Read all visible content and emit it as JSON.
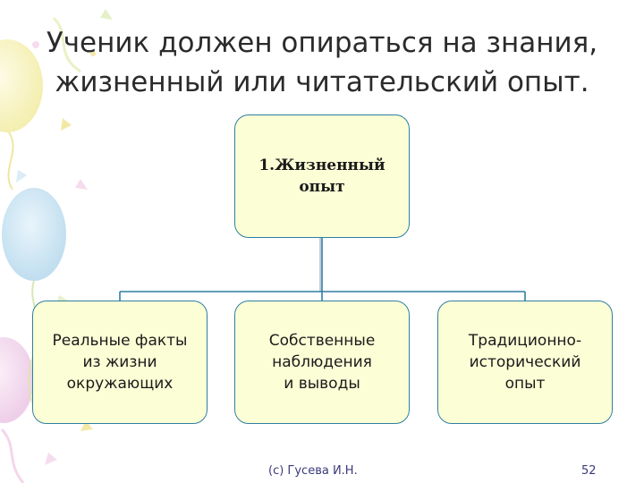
{
  "slide": {
    "title_lines": [
      "Ученик должен опираться на знания,",
      "жизненный или читательский опыт."
    ]
  },
  "diagram": {
    "root": {
      "lines": [
        "1.Жизненный",
        "опыт"
      ]
    },
    "children": [
      {
        "lines": [
          "Реальные факты",
          "из жизни",
          "окружающих"
        ]
      },
      {
        "lines": [
          "Собственные",
          "наблюдения",
          "и выводы"
        ]
      },
      {
        "lines": [
          "Традиционно-",
          "исторический",
          "опыт"
        ]
      }
    ]
  },
  "footer": {
    "author": "(c) Гусева И.Н.",
    "page": "52"
  },
  "colors": {
    "node_fill": "#fcffd6",
    "node_border": "#2e7fa1",
    "connector": "#2e7fa1",
    "title_text": "#2b2b2b",
    "footer_text": "#3a3a7a"
  }
}
